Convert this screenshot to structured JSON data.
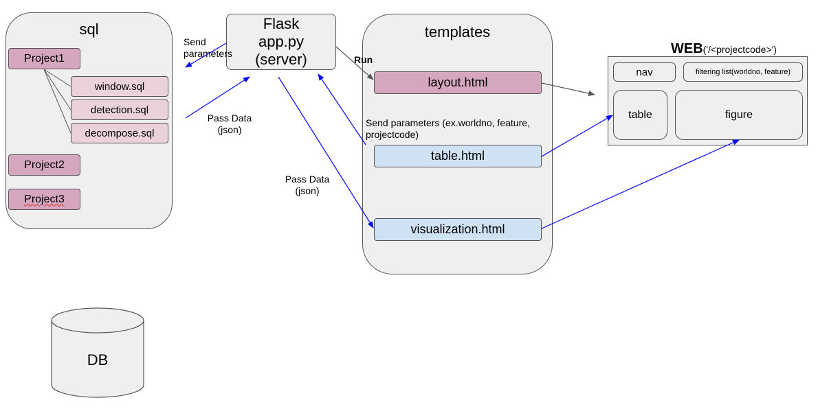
{
  "sql": {
    "title": "sql",
    "projects": [
      "Project1",
      "Project2",
      "Project3"
    ],
    "files": [
      "window.sql",
      "detection.sql",
      "decompose.sql"
    ]
  },
  "flask": {
    "line1": "Flask",
    "line2": "app.py",
    "line3": "(server)"
  },
  "templates": {
    "title": "templates",
    "layout": "layout.html",
    "table": "table.html",
    "visualization": "visualization.html"
  },
  "web": {
    "title": "WEB",
    "route": "('/<projectcode>')",
    "nav": "nav",
    "filter": "filtering list(worldno, feature)",
    "table": "table",
    "figure": "figure"
  },
  "db": {
    "label": "DB"
  },
  "edge_labels": {
    "send_parameters": "Send parameters",
    "pass_data_1": "Pass Data (json)",
    "pass_data_2": "Pass Data (json)",
    "run": "Run",
    "send_parameters_long": "Send parameters (ex.worldno, feature, projectcode)"
  },
  "colors": {
    "group_fill": "#efefef",
    "project_fill": "#d5a6bd",
    "file_fill": "#ead1dc",
    "template_fill": "#cfe2f3",
    "blue_arrow": "#0000ff",
    "grey_arrow": "#555555"
  }
}
